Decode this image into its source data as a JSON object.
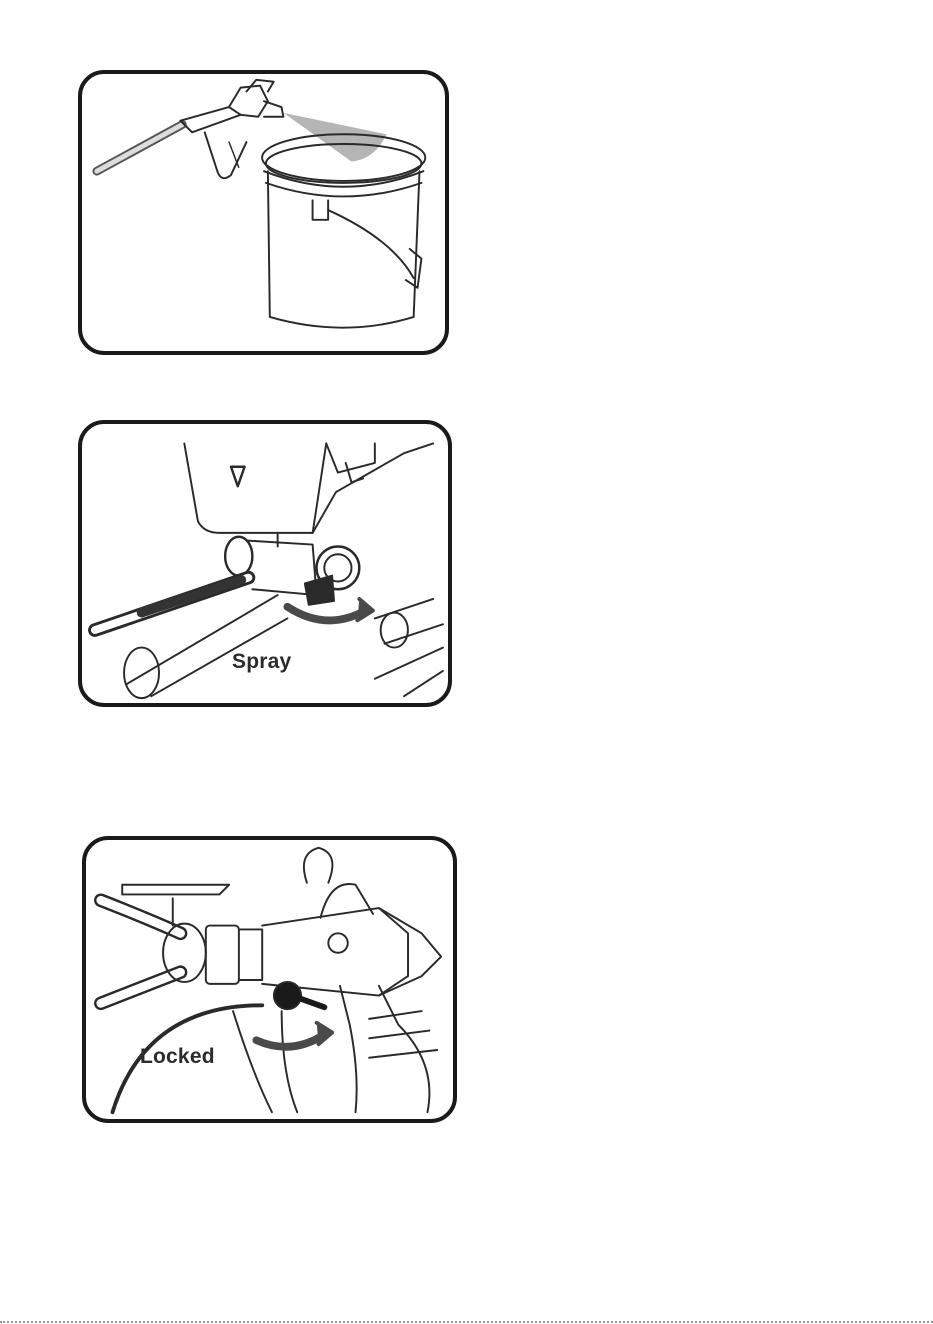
{
  "panels": [
    {
      "id": "pour-into-bucket",
      "caption": ""
    },
    {
      "id": "prime-valve",
      "caption": "Spray"
    },
    {
      "id": "trigger-lock",
      "caption": "Locked"
    }
  ],
  "colors": {
    "ink": "#1a1a1a",
    "mist": "#9c9c9c",
    "arrow": "#4a4a4a"
  }
}
